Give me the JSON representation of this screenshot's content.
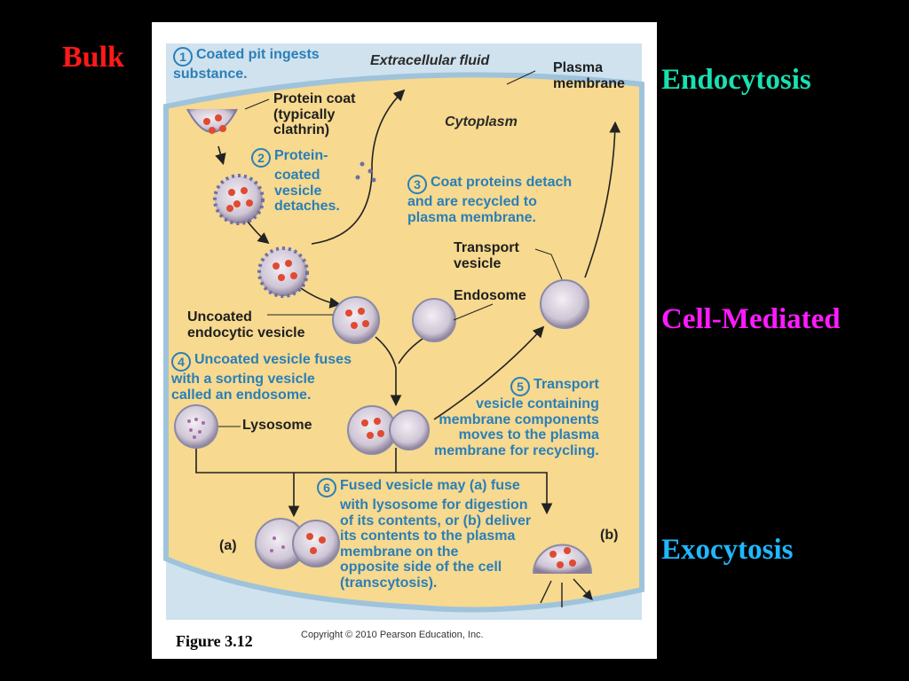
{
  "side_labels": {
    "bulk": "Bulk",
    "endocytosis": "Endocytosis",
    "cell_mediated": "Cell-Mediated",
    "exocytosis": "Exocytosis"
  },
  "figure": {
    "extracellular": "Extracellular fluid",
    "plasma_membrane": [
      "Plasma",
      "membrane"
    ],
    "cytoplasm": "Cytoplasm",
    "protein_coat": [
      "Protein coat",
      "(typically",
      "clathrin)"
    ],
    "transport_vesicle": [
      "Transport",
      "vesicle"
    ],
    "endosome": "Endosome",
    "uncoated_vesicle": [
      "Uncoated",
      "endocytic vesicle"
    ],
    "lysosome": "Lysosome",
    "label_a": "(a)",
    "label_b": "(b)",
    "steps": [
      {
        "num": "1",
        "lines": [
          "Coated pit ingests",
          "substance."
        ]
      },
      {
        "num": "2",
        "lines": [
          "Protein-",
          "coated",
          "vesicle",
          "detaches."
        ]
      },
      {
        "num": "3",
        "lines": [
          "Coat proteins detach",
          "and are recycled to",
          "plasma membrane."
        ]
      },
      {
        "num": "4",
        "lines": [
          "Uncoated vesicle fuses",
          "with a sorting vesicle",
          "called an endosome."
        ]
      },
      {
        "num": "5",
        "lines": [
          "Transport",
          "vesicle containing",
          "membrane components",
          "moves to the plasma",
          "membrane for recycling."
        ]
      },
      {
        "num": "6",
        "lines": [
          "Fused vesicle may (a) fuse",
          "with lysosome for digestion",
          "of its contents, or (b) deliver",
          "its contents to the plasma",
          "membrane on the",
          "opposite side of the cell",
          "(transcytosis)."
        ]
      }
    ],
    "caption": "Figure 3.12",
    "copyright": "Copyright © 2010 Pearson Education, Inc."
  }
}
